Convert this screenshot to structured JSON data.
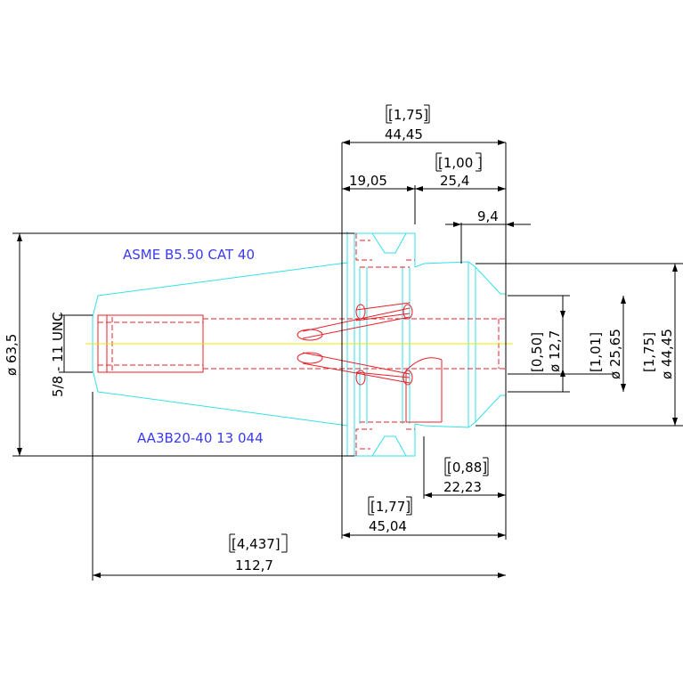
{
  "colors": {
    "outline": "#33e0e8",
    "hidden": "#e8202a",
    "dimension": "#000000",
    "note": "#3a3af0",
    "centerline": "#f2e600"
  },
  "notes": {
    "standard": "ASME B5.50 CAT 40",
    "part_number": "AA3B20-40 13 044",
    "thread": "5/8 - 11 UNC"
  },
  "dimensions": {
    "flange_width_in": "[1,75]",
    "flange_width_mm": "44,45",
    "collar_width_in": "[1,00 ]",
    "collar_width_mm": "25,4",
    "flange_thick_mm": "19,05",
    "chamfer_mm": "9,4",
    "overall_dia": "ø 63,5",
    "bore_in": "[0,50]",
    "bore_mm": "ø 12,7",
    "nose_in": "[1,01]",
    "nose_mm": "ø 25,65",
    "collar_dia_in": "[1,75]",
    "collar_dia_mm": "ø 44,45",
    "clamp_len_in": "[0,88]",
    "clamp_len_mm": "22,23",
    "gauge_in": "[1,77]",
    "gauge_mm": "45,04",
    "overall_len_in": "[4,437]",
    "overall_len_mm": "112,7"
  }
}
